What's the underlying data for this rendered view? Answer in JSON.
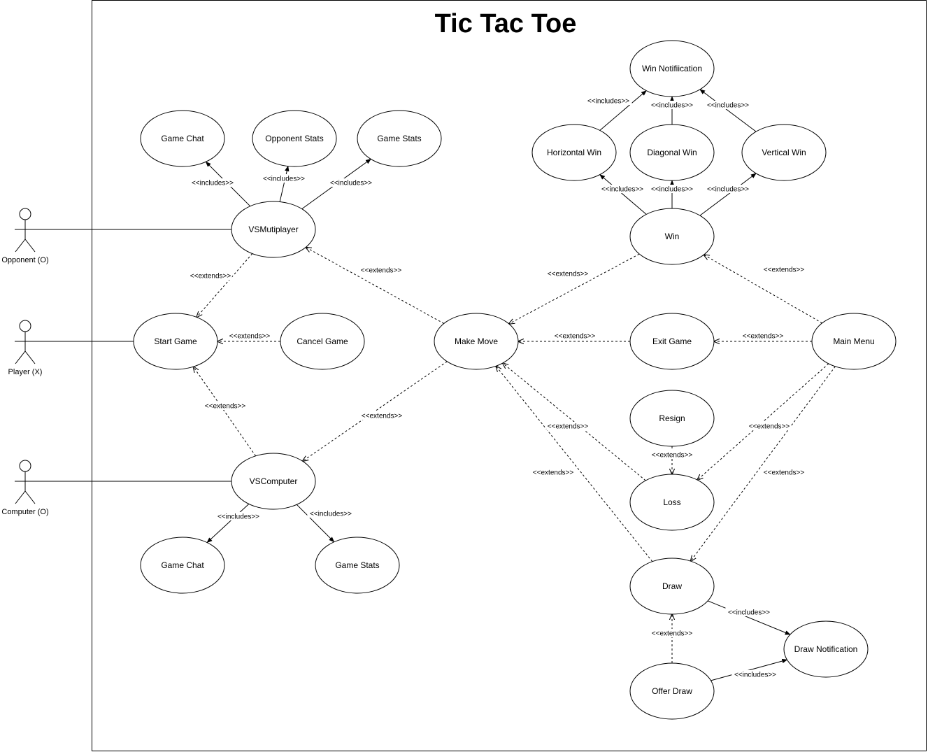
{
  "title": "Tic Tac Toe",
  "actors": [
    {
      "id": "opponent",
      "label": "Opponent (O)"
    },
    {
      "id": "player",
      "label": "Player (X)"
    },
    {
      "id": "computer",
      "label": "Computer (O)"
    }
  ],
  "use_cases": [
    {
      "id": "game_chat_top",
      "label": "Game Chat"
    },
    {
      "id": "opponent_stats",
      "label": "Opponent Stats"
    },
    {
      "id": "game_stats_top",
      "label": "Game Stats"
    },
    {
      "id": "vs_multiplayer",
      "label": "VSMutiplayer"
    },
    {
      "id": "start_game",
      "label": "Start Game"
    },
    {
      "id": "cancel_game",
      "label": "Cancel Game"
    },
    {
      "id": "vs_computer",
      "label": "VSComputer"
    },
    {
      "id": "game_chat_bottom",
      "label": "Game Chat"
    },
    {
      "id": "game_stats_bottom",
      "label": "Game Stats"
    },
    {
      "id": "make_move",
      "label": "Make Move"
    },
    {
      "id": "win_notification",
      "label": "Win Notifiication"
    },
    {
      "id": "horizontal_win",
      "label": "Horizontal Win"
    },
    {
      "id": "diagonal_win",
      "label": "Diagonal Win"
    },
    {
      "id": "vertical_win",
      "label": "Vertical Win"
    },
    {
      "id": "win",
      "label": "Win"
    },
    {
      "id": "exit_game",
      "label": "Exit Game"
    },
    {
      "id": "main_menu",
      "label": "Main Menu"
    },
    {
      "id": "resign",
      "label": "Resign"
    },
    {
      "id": "loss",
      "label": "Loss"
    },
    {
      "id": "draw",
      "label": "Draw"
    },
    {
      "id": "draw_notification",
      "label": "Draw Notification"
    },
    {
      "id": "offer_draw",
      "label": "Offer Draw"
    }
  ],
  "associations": [
    {
      "from": "opponent",
      "to": "vs_multiplayer"
    },
    {
      "from": "player",
      "to": "start_game"
    },
    {
      "from": "computer",
      "to": "vs_computer"
    }
  ],
  "relations": [
    {
      "from": "vs_multiplayer",
      "to": "game_chat_top",
      "label": "<<includes>>",
      "type": "includes"
    },
    {
      "from": "vs_multiplayer",
      "to": "opponent_stats",
      "label": "<<includes>>",
      "type": "includes"
    },
    {
      "from": "vs_multiplayer",
      "to": "game_stats_top",
      "label": "<<includes>>",
      "type": "includes"
    },
    {
      "from": "vs_multiplayer",
      "to": "start_game",
      "label": "<<extends>>",
      "type": "extends"
    },
    {
      "from": "cancel_game",
      "to": "start_game",
      "label": "<<extends>>",
      "type": "extends"
    },
    {
      "from": "vs_computer",
      "to": "start_game",
      "label": "<<extends>>",
      "type": "extends"
    },
    {
      "from": "vs_computer",
      "to": "game_chat_bottom",
      "label": "<<includes>>",
      "type": "includes"
    },
    {
      "from": "vs_computer",
      "to": "game_stats_bottom",
      "label": "<<includes>>",
      "type": "includes"
    },
    {
      "from": "make_move",
      "to": "vs_multiplayer",
      "label": "<<extends>>",
      "type": "extends"
    },
    {
      "from": "make_move",
      "to": "vs_computer",
      "label": "<<extends>>",
      "type": "extends"
    },
    {
      "from": "win",
      "to": "make_move",
      "label": "<<extends>>",
      "type": "extends"
    },
    {
      "from": "exit_game",
      "to": "make_move",
      "label": "<<extends>>",
      "type": "extends"
    },
    {
      "from": "loss",
      "to": "make_move",
      "label": "<<extends>>",
      "type": "extends"
    },
    {
      "from": "draw",
      "to": "make_move",
      "label": "<<extends>>",
      "type": "extends"
    },
    {
      "from": "horizontal_win",
      "to": "win_notification",
      "label": "<<includes>>",
      "type": "includes"
    },
    {
      "from": "diagonal_win",
      "to": "win_notification",
      "label": "<<includes>>",
      "type": "includes"
    },
    {
      "from": "vertical_win",
      "to": "win_notification",
      "label": "<<includes>>",
      "type": "includes"
    },
    {
      "from": "win",
      "to": "horizontal_win",
      "label": "<<includes>>",
      "type": "includes"
    },
    {
      "from": "win",
      "to": "diagonal_win",
      "label": "<<includes>>",
      "type": "includes"
    },
    {
      "from": "win",
      "to": "vertical_win",
      "label": "<<includes>>",
      "type": "includes"
    },
    {
      "from": "main_menu",
      "to": "win",
      "label": "<<extends>>",
      "type": "extends"
    },
    {
      "from": "main_menu",
      "to": "exit_game",
      "label": "<<extends>>",
      "type": "extends"
    },
    {
      "from": "main_menu",
      "to": "loss",
      "label": "<<extends>>",
      "type": "extends"
    },
    {
      "from": "main_menu",
      "to": "draw",
      "label": "<<extends>>",
      "type": "extends"
    },
    {
      "from": "resign",
      "to": "loss",
      "label": "<<extends>>",
      "type": "extends"
    },
    {
      "from": "offer_draw",
      "to": "draw",
      "label": "<<extends>>",
      "type": "extends"
    },
    {
      "from": "draw",
      "to": "draw_notification",
      "label": "<<includes>>",
      "type": "includes"
    },
    {
      "from": "offer_draw",
      "to": "draw_notification",
      "label": "<<includes>>",
      "type": "includes"
    }
  ]
}
